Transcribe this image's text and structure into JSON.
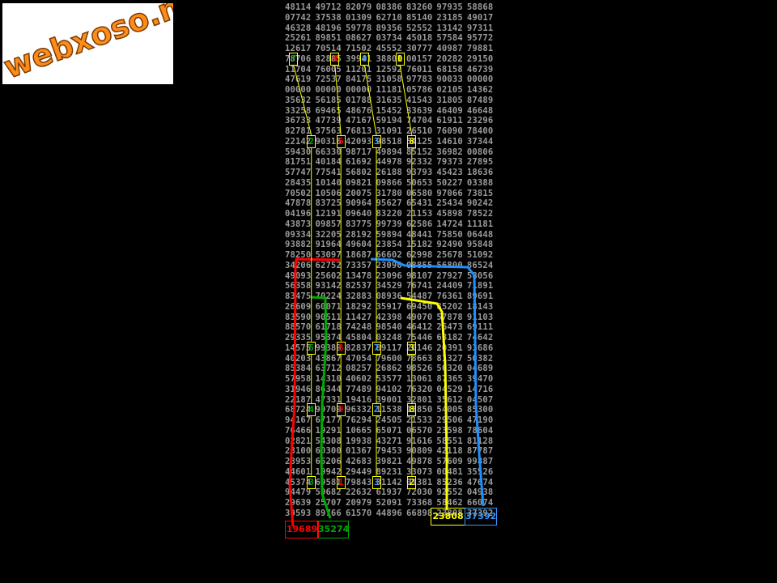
{
  "logo": {
    "text": "webxoso.net"
  },
  "rows": [
    "48114 49712 82079 08386 83260 97935 58868",
    "07742 37538 01309 62710 85140 23185 49017",
    "46328 48196 59778 89356 52552 13142 97311",
    "25261 89851 08627 03734 45018 57584 95772",
    "12617 70514 71502 45552 30777 40987 79881",
    "78706 82885 39941 38801 00157 20282 29150",
    "11704 76005 11201 12592 76011 68158 46739",
    "47619 72537 84175 31058 97783 90033 00000",
    "00000 00000 00000 11181 05786 02105 14362",
    "35632 56185 01788 31635 41543 31805 87489",
    "33258 69465 48676 15452 33639 46409 46648",
    "36733 47739 47167 59194 74704 61911 23296",
    "82781 37563 76813 31091 26510 76090 78400",
    "22142 90316 42093 98518 54125 14610 37344",
    "59430 66330 98717 49894 85152 36982 00806",
    "81751 40184 61692 44978 92332 79373 27895",
    "57747 77541 56802 26188 93793 45423 18636",
    "28435 10140 09821 09866 50653 50227 03388",
    "70502 10506 20075 31780 06580 97066 73815",
    "47878 83725 90964 95627 65431 25434 90242",
    "04196 12191 09640 83220 21153 45898 78522",
    "43873 09857 83775 99739 62586 14724 11181",
    "09334 32205 28192 59894 48441 75850 06448",
    "93882 91964 49604 23854 15182 92490 95848",
    "78250 53097 18687 66602 62998 25678 51092",
    "34206 62752 73357 23090 08855 56800 86524",
    "49093 25602 13478 23096 98107 27927 58056",
    "56358 93142 82537 34529 76741 24409 71891",
    "83475 70224 32883 08936 54487 76361 89691",
    "26609 60071 18292 35917 69450 85202 18143",
    "83590 90511 11427 42398 49070 57878 91103",
    "88570 61718 74248 98540 46412 26473 69111",
    "29335 95374 45804 03248 75446 68182 74642",
    "14575 99389 82837 89117 20146 20391 93686",
    "40203 43867 47054 79600 78663 81327 50382",
    "85384 63712 08257 26862 98526 56320 04689",
    "57958 14310 40602 53577 13061 87365 39470",
    "31946 86344 77489 94102 76320 04529 14716",
    "22187 47331 19416 39001 32801 35612 04507",
    "68724 99709 96332 11538 13850 54005 85300",
    "94167 67177 76294 24505 21533 29506 47190",
    "76466 19291 10665 65071 06570 23598 78604",
    "02821 54308 19938 43271 91616 58551 81128",
    "28100 60300 01367 79453 90809 42118 87787",
    "28953 65206 42683 39821 49878 57609 99887",
    "44601 19942 29449 89231 33073 00481 35526",
    "45374 69581 79843 31142 01381 85236 47674",
    "94479 59682 22632 61937 72030 92552 04938",
    "29639 25707 20979 52091 73368 58462 66074",
    "39593 89766 61570 44896 66898 23808 37392"
  ],
  "highlights": [
    {
      "row": 5,
      "col": 1,
      "digit": "7",
      "color": "green"
    },
    {
      "row": 5,
      "col": 8,
      "digit": "8",
      "color": "red"
    },
    {
      "row": 5,
      "col": 13,
      "digit": "9",
      "color": "cyan"
    },
    {
      "row": 5,
      "col": 19,
      "digit": "0",
      "color": "yellow"
    },
    {
      "row": 13,
      "col": 4,
      "digit": "2",
      "color": "green"
    },
    {
      "row": 13,
      "col": 9,
      "digit": "6",
      "color": "red"
    },
    {
      "row": 13,
      "col": 15,
      "digit": "3",
      "color": "cyan"
    },
    {
      "row": 13,
      "col": 21,
      "digit": "8",
      "color": "yellow"
    },
    {
      "row": 33,
      "col": 4,
      "digit": "5",
      "color": "green"
    },
    {
      "row": 33,
      "col": 9,
      "digit": "8",
      "color": "red"
    },
    {
      "row": 33,
      "col": 15,
      "digit": "7",
      "color": "cyan"
    },
    {
      "row": 33,
      "col": 21,
      "digit": "3",
      "color": "yellow"
    },
    {
      "row": 39,
      "col": 4,
      "digit": "4",
      "color": "green"
    },
    {
      "row": 39,
      "col": 9,
      "digit": "9",
      "color": "red"
    },
    {
      "row": 39,
      "col": 15,
      "digit": "2",
      "color": "cyan"
    },
    {
      "row": 39,
      "col": 21,
      "digit": "8",
      "color": "yellow"
    },
    {
      "row": 46,
      "col": 4,
      "digit": "3",
      "color": "green"
    },
    {
      "row": 46,
      "col": 9,
      "digit": "1",
      "color": "red"
    },
    {
      "row": 46,
      "col": 15,
      "digit": "3",
      "color": "cyan"
    },
    {
      "row": 46,
      "col": 21,
      "digit": "2",
      "color": "yellow"
    }
  ],
  "results": [
    {
      "text": "19689",
      "color": "#ff0000"
    },
    {
      "text": "35274",
      "color": "#00aa00"
    },
    {
      "text": "23808",
      "color": "#ffff00"
    },
    {
      "text": "37392",
      "color": "#3399ff"
    }
  ],
  "colors": {
    "background": "#000000",
    "digits": "#9a9a9a",
    "red": "#ff0000",
    "green": "#00aa00",
    "yellow": "#ffff00",
    "blue": "#1e90ff",
    "logo_text": "#ff8c1a"
  }
}
